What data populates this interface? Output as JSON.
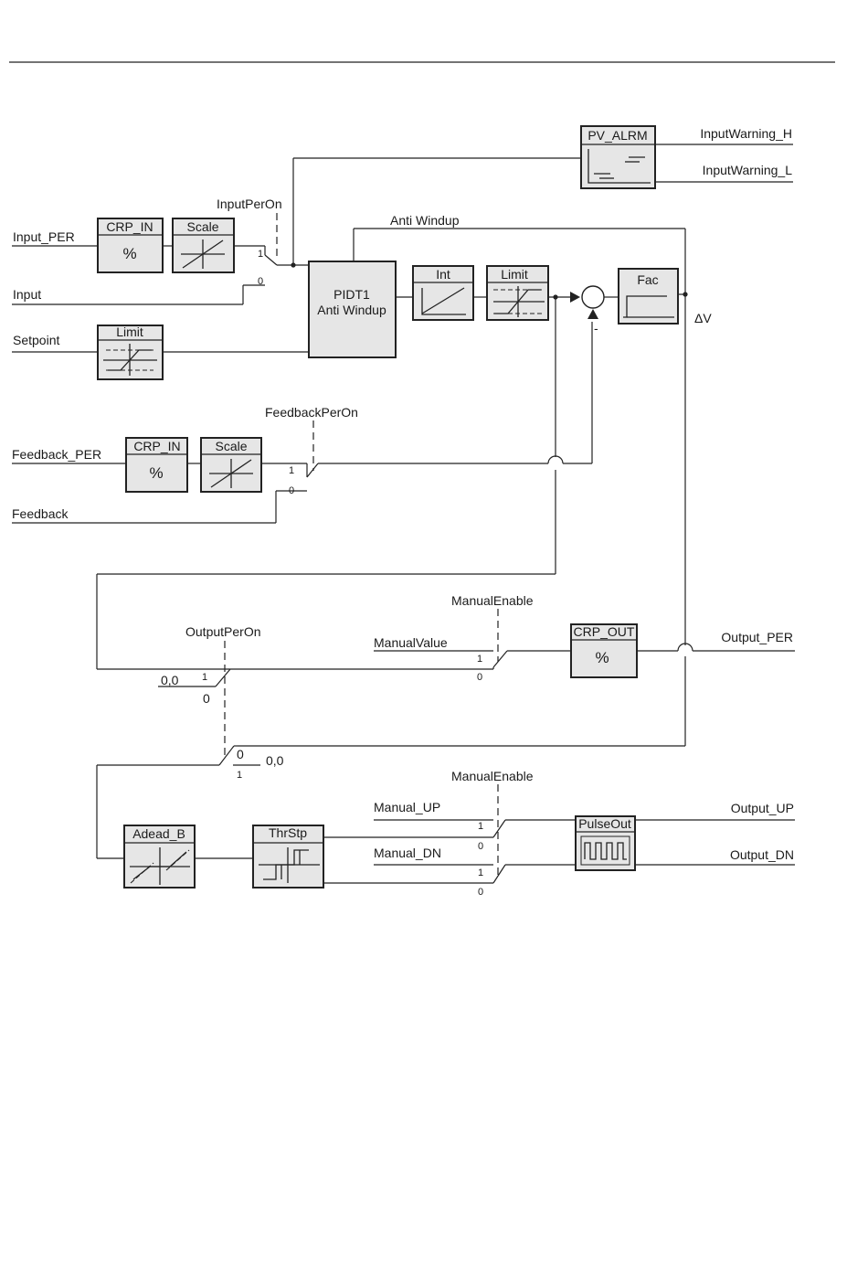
{
  "signals": {
    "input_per": "Input_PER",
    "input": "Input",
    "setpoint": "Setpoint",
    "feedback_per": "Feedback_PER",
    "feedback": "Feedback",
    "input_per_on": "InputPerOn",
    "feedback_per_on": "FeedbackPerOn",
    "output_per_on": "OutputPerOn",
    "manual_enable_1": "ManualEnable",
    "manual_enable_2": "ManualEnable",
    "manual_value": "ManualValue",
    "manual_up": "Manual_UP",
    "manual_dn": "Manual_DN",
    "anti_windup": "Anti Windup",
    "delta_v": "ΔV",
    "input_warning_h": "InputWarning_H",
    "input_warning_l": "InputWarning_L",
    "output_per": "Output_PER",
    "output_up": "Output_UP",
    "output_dn": "Output_DN",
    "zero_value_1": "0,0",
    "zero_value_2": "0,0",
    "minus_sign": "-"
  },
  "blocks": {
    "crp_in_1": {
      "title": "CRP_IN",
      "symbol": "%"
    },
    "scale_1": {
      "title": "Scale"
    },
    "limit_sp": {
      "title": "Limit"
    },
    "pidt1": {
      "line1": "PIDT1",
      "line2": "Anti Windup"
    },
    "int": {
      "title": "Int"
    },
    "limit_out": {
      "title": "Limit"
    },
    "fac": {
      "title": "Fac"
    },
    "pv_alrm": {
      "title": "PV_ALRM"
    },
    "crp_in_2": {
      "title": "CRP_IN",
      "symbol": "%"
    },
    "scale_2": {
      "title": "Scale"
    },
    "crp_out": {
      "title": "CRP_OUT",
      "symbol": "%"
    },
    "adead_b": {
      "title": "Adead_B"
    },
    "thrstp": {
      "title": "ThrStp"
    },
    "pulseout": {
      "title": "PulseOut"
    }
  },
  "switch_marks": {
    "sw_in_1": "1",
    "sw_in_0": "0",
    "sw_fb_1": "1",
    "sw_fb_0": "0",
    "sw_man_1": "1",
    "sw_man_0": "0",
    "sw_opo_1": "1",
    "sw_opo_0": "0",
    "sw_opo2_0": "0",
    "sw_opo2_1": "1",
    "sw_up_1": "1",
    "sw_up_0": "0",
    "sw_dn_1": "1",
    "sw_dn_0": "0"
  }
}
